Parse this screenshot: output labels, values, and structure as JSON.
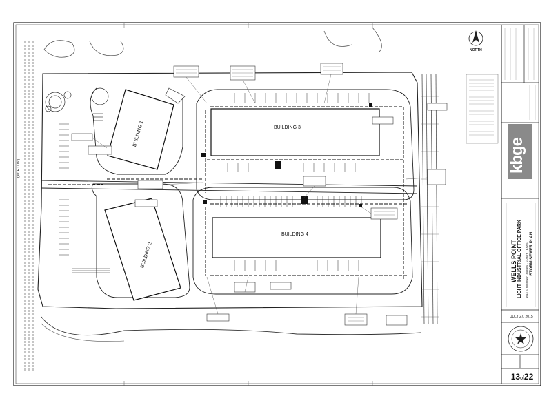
{
  "plan": {
    "building_1": "BUILDING 1",
    "building_2": "BUILDING 2",
    "building_3": "BUILDING 3",
    "building_4": "BUILDING 4",
    "north_label": "NORTH",
    "row_label": "(90' R.O.W.)"
  },
  "title_block": {
    "project_name": "WELLS POINT",
    "project_subtitle": "LIGHT INDUSTRIAL OFFICE PARK",
    "address": "1615 S. HIGHWAY 80 EAST, LOBBY, TEXAS",
    "sheet_title": "STORM SEWER PLAN",
    "logo": "kbge",
    "date": "JULY 27, 2015",
    "sheet_number": "13",
    "sheet_of": "of",
    "sheet_total": "22"
  },
  "colors": {
    "line": "#2a2a2a",
    "logo_bg": "#8a8a8a",
    "page": "#ffffff"
  }
}
